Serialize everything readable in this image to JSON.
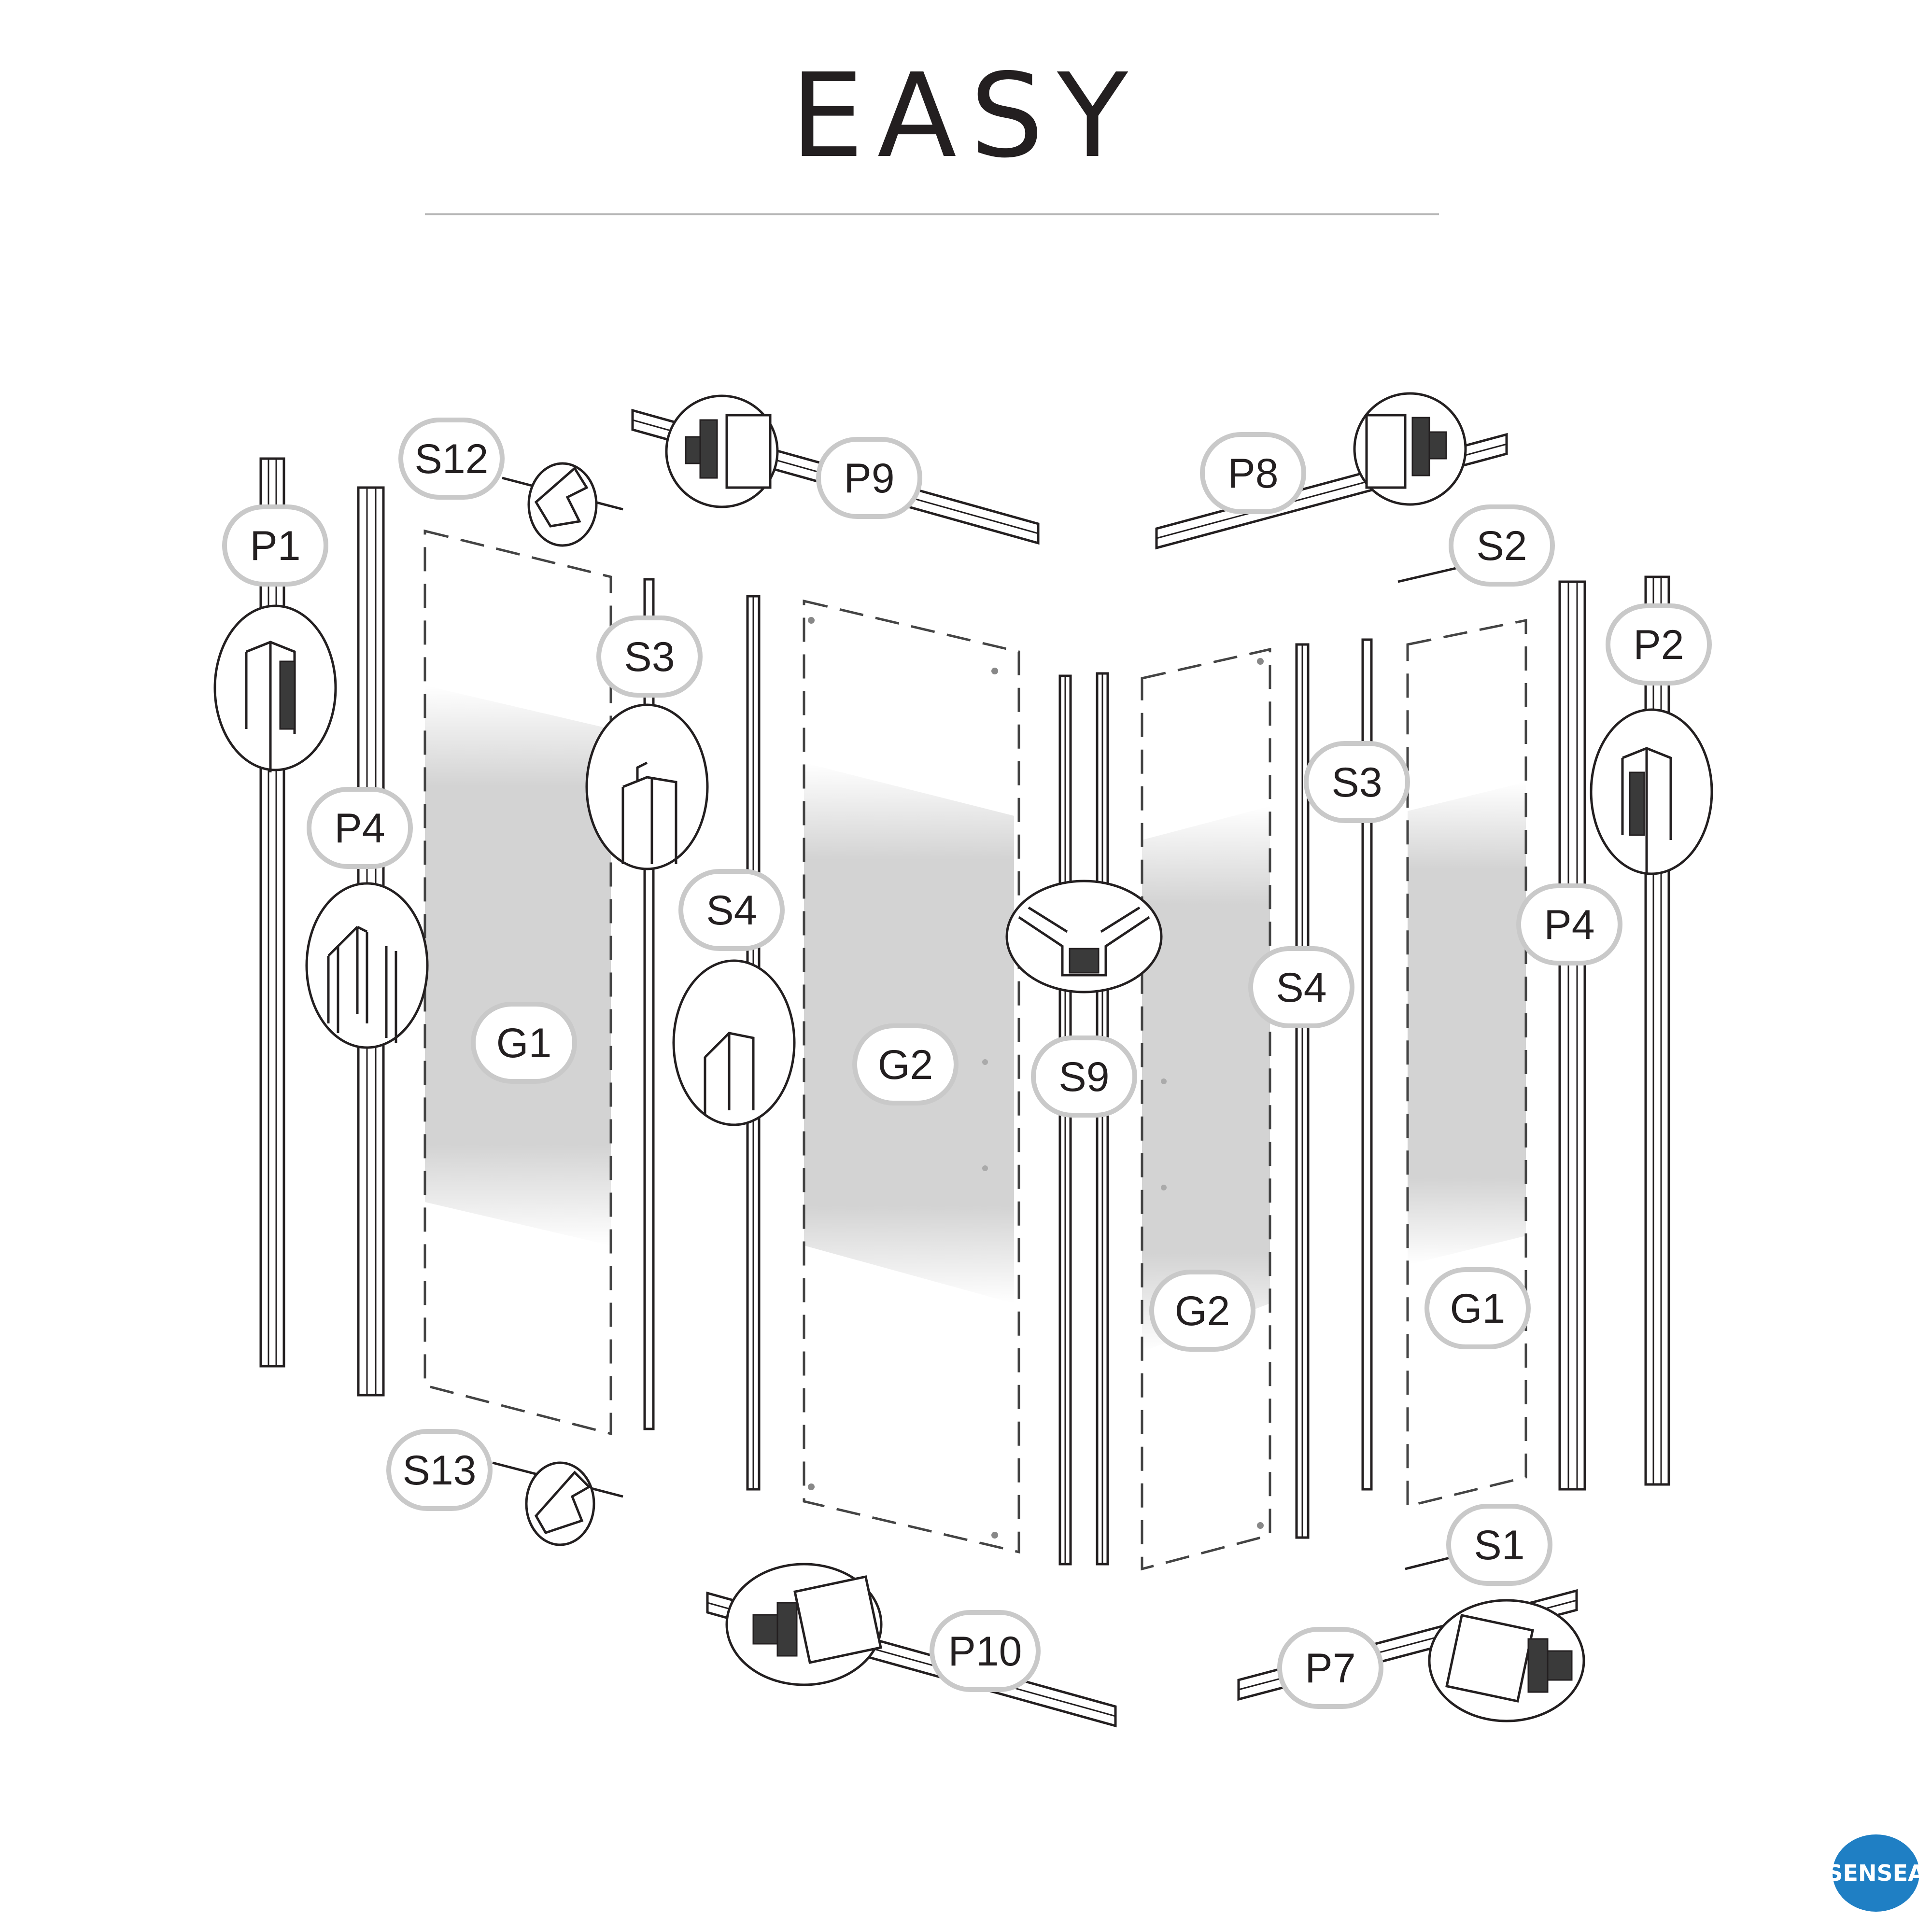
{
  "title": "EASY",
  "brand_logo": {
    "text": "SENSEA",
    "color": "#1f7fc4"
  },
  "colors": {
    "ink": "#231f20",
    "pill_border": "#c9c9c9",
    "glass": "#d3d3d3",
    "rule": "#b5b5b5"
  },
  "parts": {
    "p1": "P1",
    "p2": "P2",
    "p4_left": "P4",
    "p4_right": "P4",
    "p7": "P7",
    "p8": "P8",
    "p9": "P9",
    "p10": "P10",
    "s1": "S1",
    "s2": "S2",
    "s3_left": "S3",
    "s3_right": "S3",
    "s4_left": "S4",
    "s4_right": "S4",
    "s9": "S9",
    "s12": "S12",
    "s13": "S13",
    "g1_left": "G1",
    "g1_right": "G1",
    "g2_left": "G2",
    "g2_right": "G2"
  }
}
